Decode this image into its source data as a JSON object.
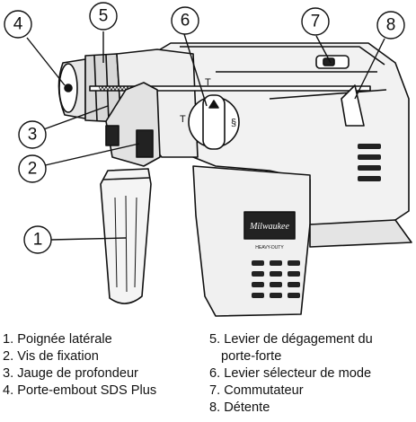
{
  "callouts": [
    "1",
    "2",
    "3",
    "4",
    "5",
    "6",
    "7",
    "8"
  ],
  "legend": {
    "left": [
      "1. Poignée latérale",
      "2. Vis de fixation",
      "3. Jauge de profondeur",
      "4. Porte-embout SDS Plus"
    ],
    "right": [
      "5. Levier de dégagement du",
      "porte-forte",
      "6. Levier sélecteur de mode",
      "7. Commutateur",
      "8. Détente"
    ]
  },
  "brand_logo": "Milwaukee",
  "logo_subtext": "HEAVY-DUTY",
  "mode_marks": [
    "T",
    "T",
    "§"
  ]
}
